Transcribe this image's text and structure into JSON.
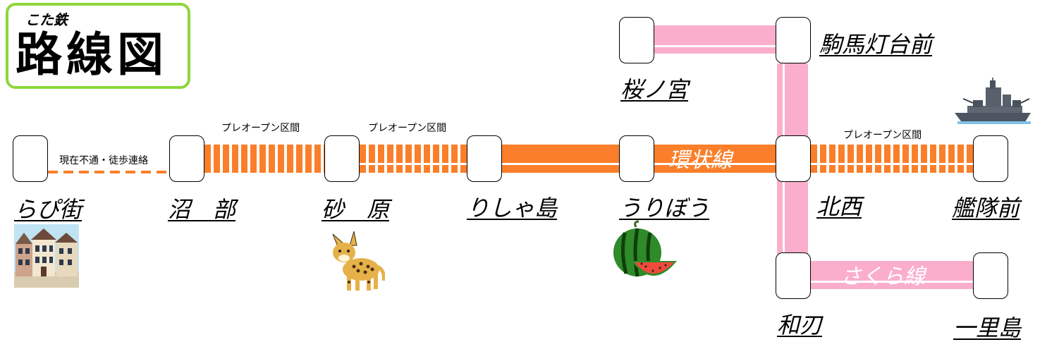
{
  "title": {
    "operator": "こた鉄",
    "main": "路線図"
  },
  "lines": {
    "loop": "環状線",
    "sakura": "さくら線"
  },
  "section_notes": {
    "suspended": "現在不通・徒歩連絡",
    "pre_open": "プレオープン区間"
  },
  "stations": {
    "rabigai": "らぴ街",
    "numabe": "沼　部",
    "sahara": "砂　原",
    "rishatou": "りしゃ島",
    "uribou": "うりぼう",
    "hokusei": "北西",
    "kantaimae": "艦隊前",
    "sakuranomiya": "桜ノ宮",
    "komabadaimae": "駒馬灯台前",
    "waba": "和刃",
    "ichiritou": "一里島"
  },
  "colors": {
    "loop_line": "#fb7f2a",
    "sakura_line": "#fbaecb",
    "title_border": "#8ed63a"
  }
}
